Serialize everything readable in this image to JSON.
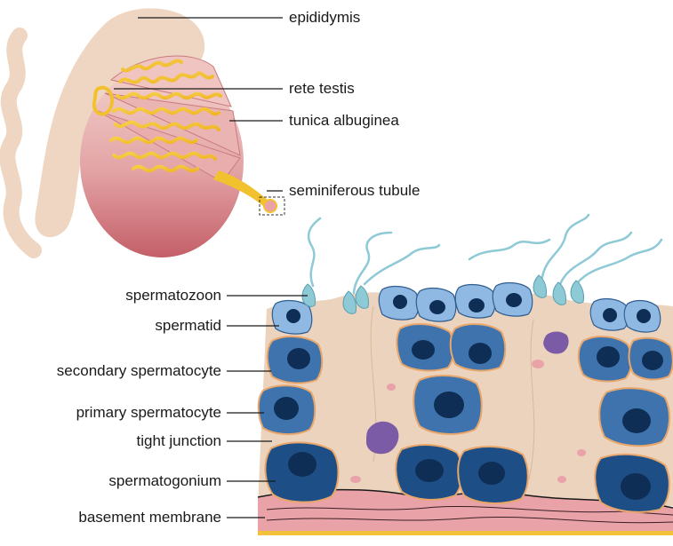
{
  "labels": {
    "epididymis": "epididymis",
    "rete_testis": "rete testis",
    "tunica_albuginea": "tunica albuginea",
    "seminiferous_tubule": "seminiferous tubule",
    "spermatozoon": "spermatozoon",
    "spermatid": "spermatid",
    "secondary_spermatocyte": "secondary spermatocyte",
    "primary_spermatocyte": "primary spermatocyte",
    "tight_junction": "tight junction",
    "spermatogonium": "spermatogonium",
    "basement_membrane": "basement membrane"
  },
  "colors": {
    "epididymis": "#efd6c2",
    "testis_top": "#f0c9c4",
    "testis_bottom": "#c8616a",
    "tubule_yellow": "#f2c12e",
    "sertoli_cytoplasm": "#ecd3bd",
    "cell_outline": "#e8a66a",
    "spermatid": "#8fb8e3",
    "spermatocyte": "#3f73ad",
    "spermatogonium": "#1d4f86",
    "nucleus": "#0e2e55",
    "membrane_pink": "#e9a3a8",
    "membrane_yellow": "#f4c23a",
    "sperm_tail": "#8ec9d6",
    "residual_body": "#7b5aa6"
  }
}
